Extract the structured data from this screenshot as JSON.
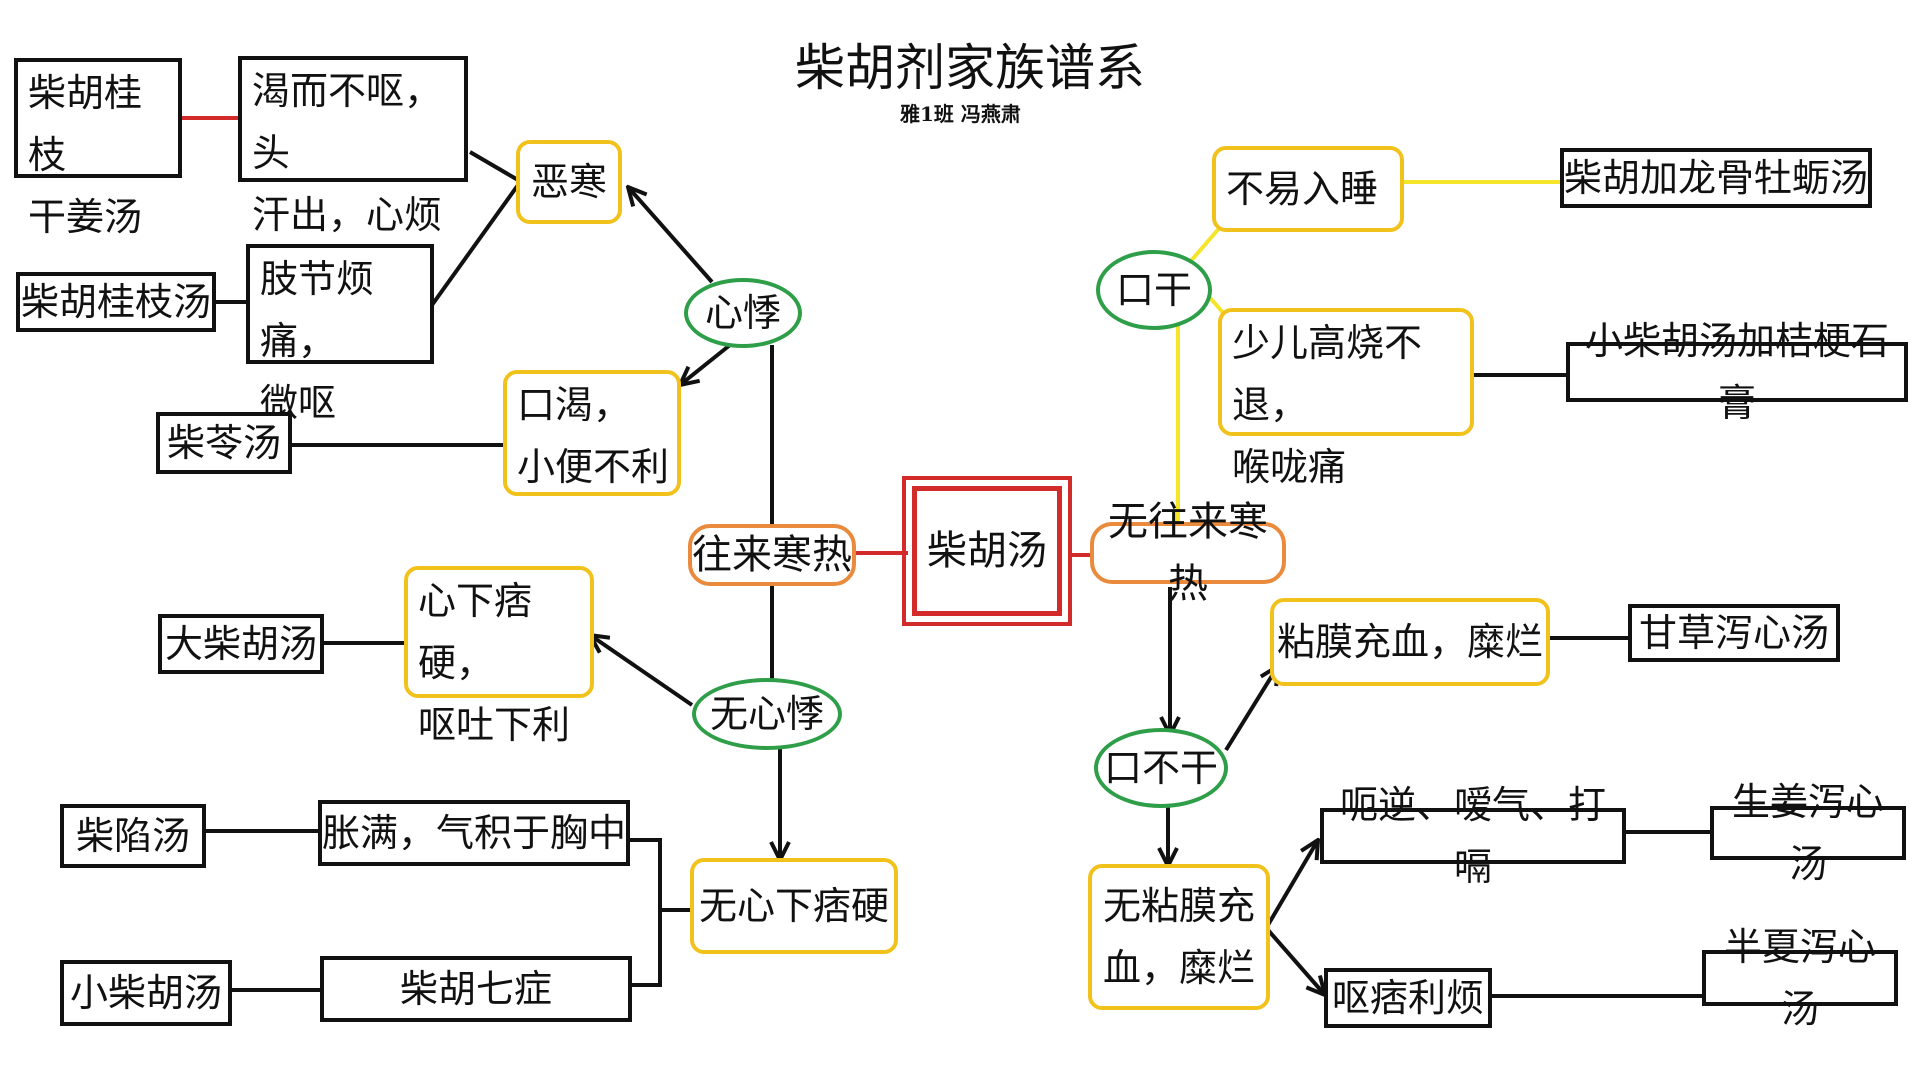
{
  "title": "柴胡剂家族谱系",
  "author": "雅1班  冯燕肃",
  "colors": {
    "formula_border": "#111111",
    "symptom_border": "#f2c21c",
    "chills_border": "#ea8a3c",
    "heart_border": "#2e9e48",
    "center_border": "#d32a2a",
    "link_black": "#111111",
    "link_yellow": "#f5e52a",
    "link_red": "#d32a2a"
  },
  "nodes": {
    "center": "柴胡汤",
    "chills": "往来寒热",
    "no_chills": "无往来寒热",
    "palpitation": "心悸",
    "no_palpitation": "无心悸",
    "aversion_cold": "恶寒",
    "thirst_urine": [
      "口渴，",
      "小便不利"
    ],
    "epigastric_hard": [
      "心下痞硬，",
      "呕吐下利"
    ],
    "no_epigastric_hard": "无心下痞硬",
    "thirst_head_sweat": [
      "渴而不呕，头",
      "汗出，心烦"
    ],
    "joint_pain": [
      "肢节烦痛，",
      "微呕"
    ],
    "chest_fullness": "胀满，气积于胸中",
    "seven_symptoms": "柴胡七症",
    "dry_mouth": "口干",
    "not_dry_mouth": "口不干",
    "insomnia": "不易入睡",
    "fever_throat": [
      "少儿高烧不退，",
      "喉咙痛"
    ],
    "mucosa_ulcer": "粘膜充血，糜烂",
    "no_mucosa_ulcer": [
      "无粘膜充",
      "血，糜烂"
    ],
    "hiccup_belch": "呃逆、嗳气、打嗝",
    "vomit_diarrhea": "呕痞利烦",
    "f_chaihu_guizhi_ganjiang": [
      "柴胡桂枝",
      "干姜汤"
    ],
    "f_chaihu_guizhi": "柴胡桂枝汤",
    "f_chailing": "柴苓汤",
    "f_da_chaihu": "大柴胡汤",
    "f_chaixian": "柴陷汤",
    "f_xiao_chaihu": "小柴胡汤",
    "f_longgu_muli": "柴胡加龙骨牡蛎汤",
    "f_jiegeng_shigao": "小柴胡汤加桔梗石膏",
    "f_gancao_xiexin": "甘草泻心汤",
    "f_shengjiang_xiexin": "生姜泻心汤",
    "f_banxia_xiexin": "半夏泻心汤"
  }
}
